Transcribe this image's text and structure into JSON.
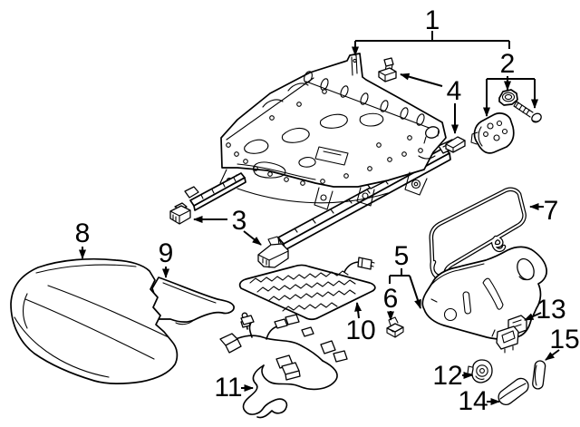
{
  "figure": {
    "type": "exploded-parts-diagram",
    "subject": "vehicle front seat cushion components",
    "background_color": "#ffffff",
    "line_color": "#000000",
    "callouts": [
      {
        "label": "1",
        "target": "seat-frame-and-track-assembly"
      },
      {
        "label": "2",
        "target": "nut-screw-and-latch-hardware-group"
      },
      {
        "label": "3",
        "target": "front-mount-clips"
      },
      {
        "label": "4",
        "target": "rear-mount-clips"
      },
      {
        "label": "5",
        "target": "outer-side-shield"
      },
      {
        "label": "6",
        "target": "shield-mount-clip"
      },
      {
        "label": "7",
        "target": "wire-guide-frame"
      },
      {
        "label": "8",
        "target": "seat-cushion-cover"
      },
      {
        "label": "9",
        "target": "seat-cushion-foam-pad"
      },
      {
        "label": "10",
        "target": "seat-heater-element"
      },
      {
        "label": "11",
        "target": "seat-wiring-harness"
      },
      {
        "label": "12",
        "target": "adjuster-handle-knob"
      },
      {
        "label": "13",
        "target": "switch-housing-block"
      },
      {
        "label": "14",
        "target": "oval-trim-cap"
      },
      {
        "label": "15",
        "target": "small-trim-cap"
      }
    ]
  }
}
